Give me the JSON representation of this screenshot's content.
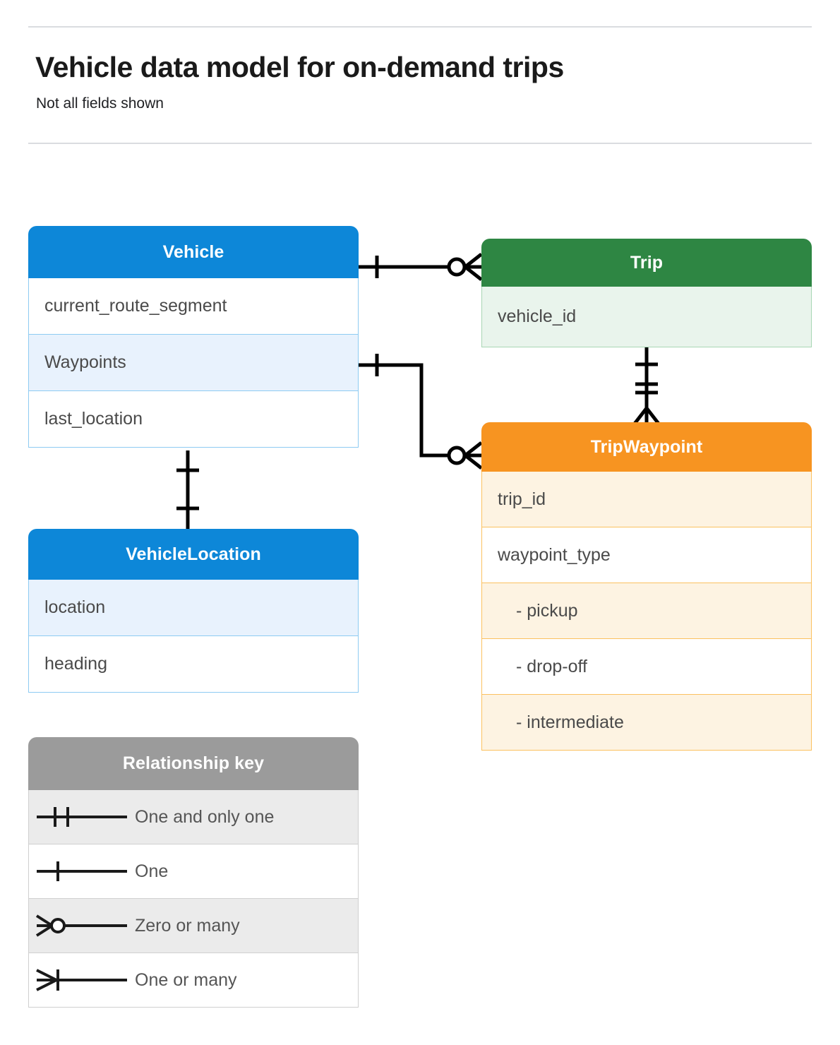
{
  "header": {
    "title": "Vehicle data model for on-demand trips",
    "subtitle": "Not all fields shown"
  },
  "colors": {
    "vehicle_blue": "#0d87d8",
    "trip_green": "#2e8643",
    "waypoint_orange": "#f79421",
    "legend_grey": "#9b9b9b",
    "rule": "#dadce0",
    "text": "#4a4a4a",
    "connector": "#000000"
  },
  "entities": [
    {
      "id": "vehicle",
      "name": "Vehicle",
      "color": "blue",
      "rows": [
        {
          "label": "current_route_segment"
        },
        {
          "label": "Waypoints"
        },
        {
          "label": "last_location"
        }
      ]
    },
    {
      "id": "trip",
      "name": "Trip",
      "color": "green",
      "rows": [
        {
          "label": "vehicle_id"
        }
      ]
    },
    {
      "id": "tripwaypoint",
      "name": "TripWaypoint",
      "color": "orange",
      "rows": [
        {
          "label": "trip_id"
        },
        {
          "label": "waypoint_type"
        },
        {
          "label": "-  pickup"
        },
        {
          "label": "-  drop-off"
        },
        {
          "label": "-  intermediate"
        }
      ]
    },
    {
      "id": "vehiclelocation",
      "name": "VehicleLocation",
      "color": "blue",
      "rows": [
        {
          "label": "location"
        },
        {
          "label": "heading"
        }
      ]
    }
  ],
  "legend": {
    "title": "Relationship key",
    "items": [
      {
        "symbol": "one-and-only-one",
        "label": "One and only one"
      },
      {
        "symbol": "one",
        "label": "One"
      },
      {
        "symbol": "zero-or-many",
        "label": "Zero or many"
      },
      {
        "symbol": "one-or-many",
        "label": "One or many"
      }
    ]
  },
  "relationships": [
    {
      "id": "vehicle-trip",
      "from": "Vehicle",
      "to": "Trip",
      "from_cardinality": "One",
      "to_cardinality": "Zero or many"
    },
    {
      "id": "vehicle-waypoints-tripwaypoint",
      "from": "Vehicle.Waypoints",
      "to": "TripWaypoint",
      "from_cardinality": "One",
      "to_cardinality": "Zero or many"
    },
    {
      "id": "trip-tripwaypoint",
      "from": "Trip",
      "to": "TripWaypoint",
      "from_cardinality": "One and only one",
      "to_cardinality": "One or many"
    },
    {
      "id": "vehicle-vehiclelocation",
      "from": "Vehicle",
      "to": "VehicleLocation",
      "from_cardinality": "One",
      "to_cardinality": "One"
    }
  ]
}
